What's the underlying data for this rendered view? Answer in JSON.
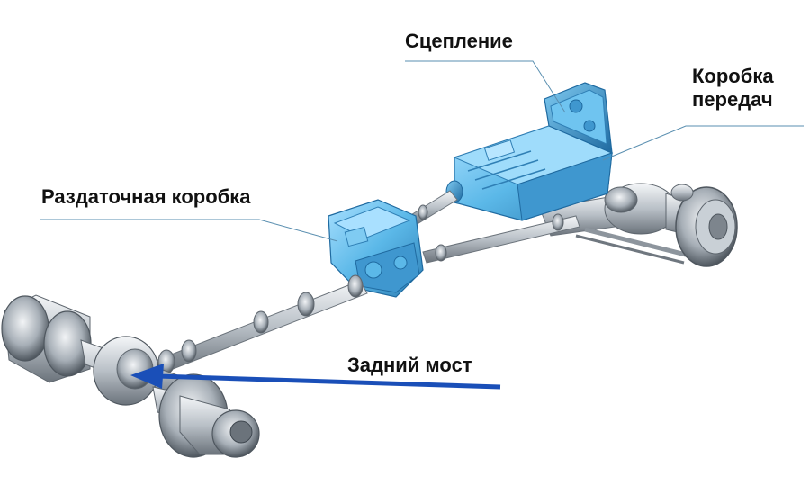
{
  "labels": {
    "clutch": "Сцепление",
    "gearbox_line1": "Коробка",
    "gearbox_line2": "передач",
    "transfer_case": "Раздаточная коробка",
    "rear_axle": "Задний мост"
  },
  "colors": {
    "component_blue": "#5bb8e8",
    "component_blue_dark": "#2f7fb5",
    "metal_light": "#e4e8ec",
    "metal_mid": "#a9b1b9",
    "metal_dark": "#5e666e",
    "leader_line": "#5a8fb0",
    "arrow": "#1a4fb8",
    "text": "#111111"
  }
}
